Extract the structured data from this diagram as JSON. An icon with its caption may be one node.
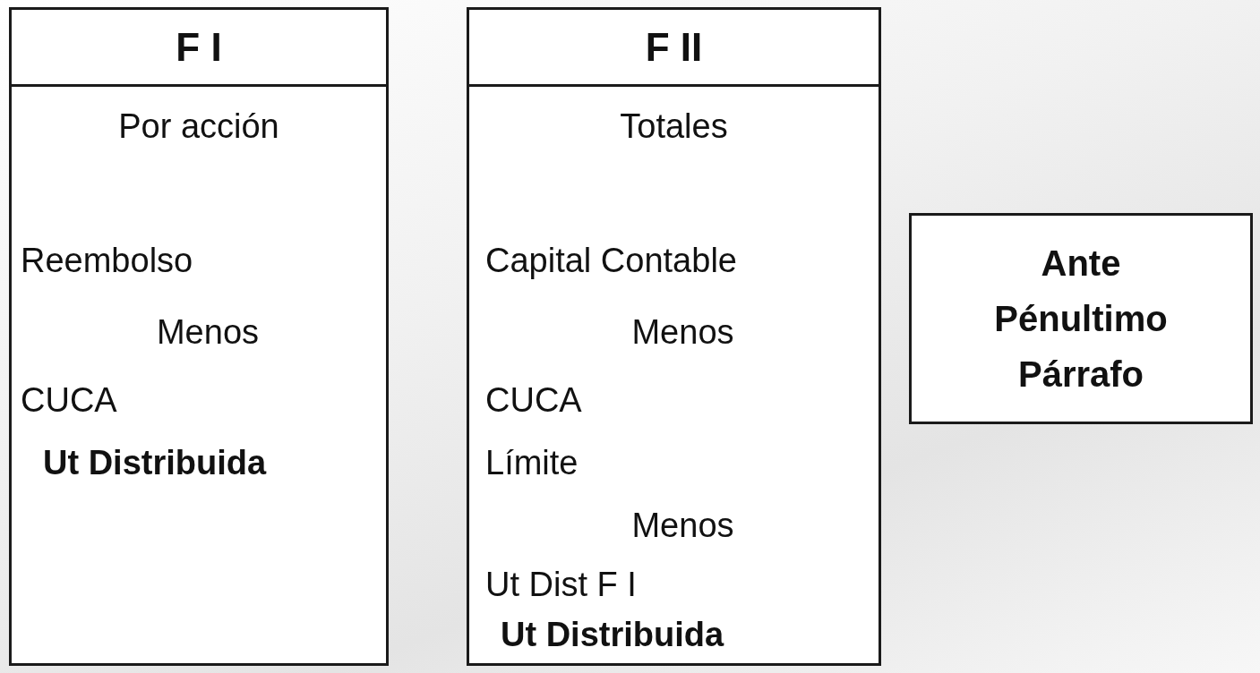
{
  "diagram": {
    "nodes": [
      {
        "text": [
          "F I",
          "Por acción",
          "Reembolso",
          "Menos",
          "CUCA",
          "Ut Distribuida"
        ]
      },
      {
        "text": [
          "F II",
          "Totales",
          "Capital Contable",
          "Menos",
          "CUCA",
          "Límite",
          "Menos",
          "Ut Dist F I",
          "Ut Distribuida"
        ]
      },
      {
        "text": [
          "Ante Pénultimo Párrafo"
        ]
      }
    ]
  }
}
